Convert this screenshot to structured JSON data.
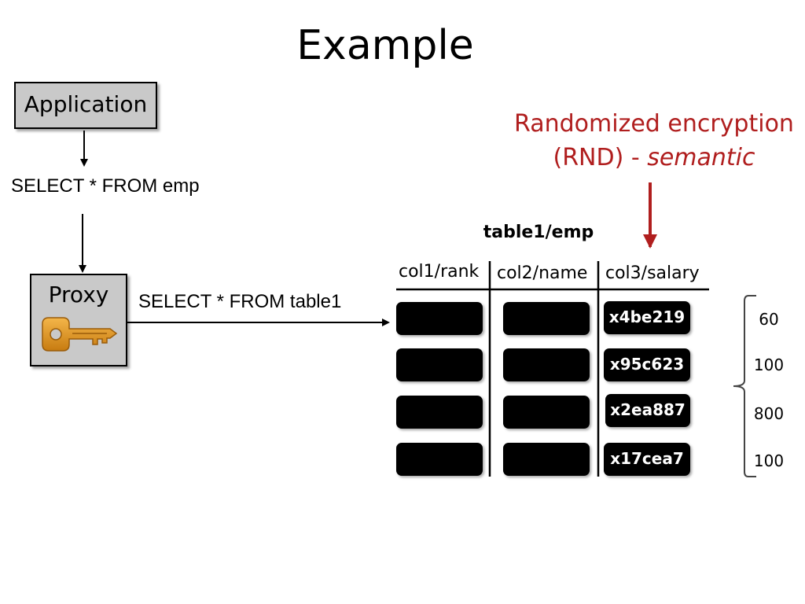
{
  "title": "Example",
  "application_label": "Application",
  "query_app": "SELECT * FROM emp",
  "proxy_label": "Proxy",
  "query_proxy": "SELECT * FROM table1",
  "annotation": {
    "line1": "Randomized encryption",
    "line2_prefix": "(RND) - ",
    "line2_italic": "semantic",
    "color": "#b01e1e"
  },
  "table": {
    "caption": "table1/emp",
    "columns": [
      "col1/rank",
      "col2/name",
      "col3/salary"
    ],
    "salary_ciphertexts": [
      "x4be219",
      "x95c623",
      "x2ea887",
      "x17cea7"
    ]
  },
  "plaintext_values": [
    "60",
    "100",
    "800",
    "100"
  ],
  "icons": {
    "proxy": "key-icon"
  },
  "colors": {
    "box_fill": "#c9c9c9",
    "key": "#e09a2a",
    "cell": "#000000"
  }
}
